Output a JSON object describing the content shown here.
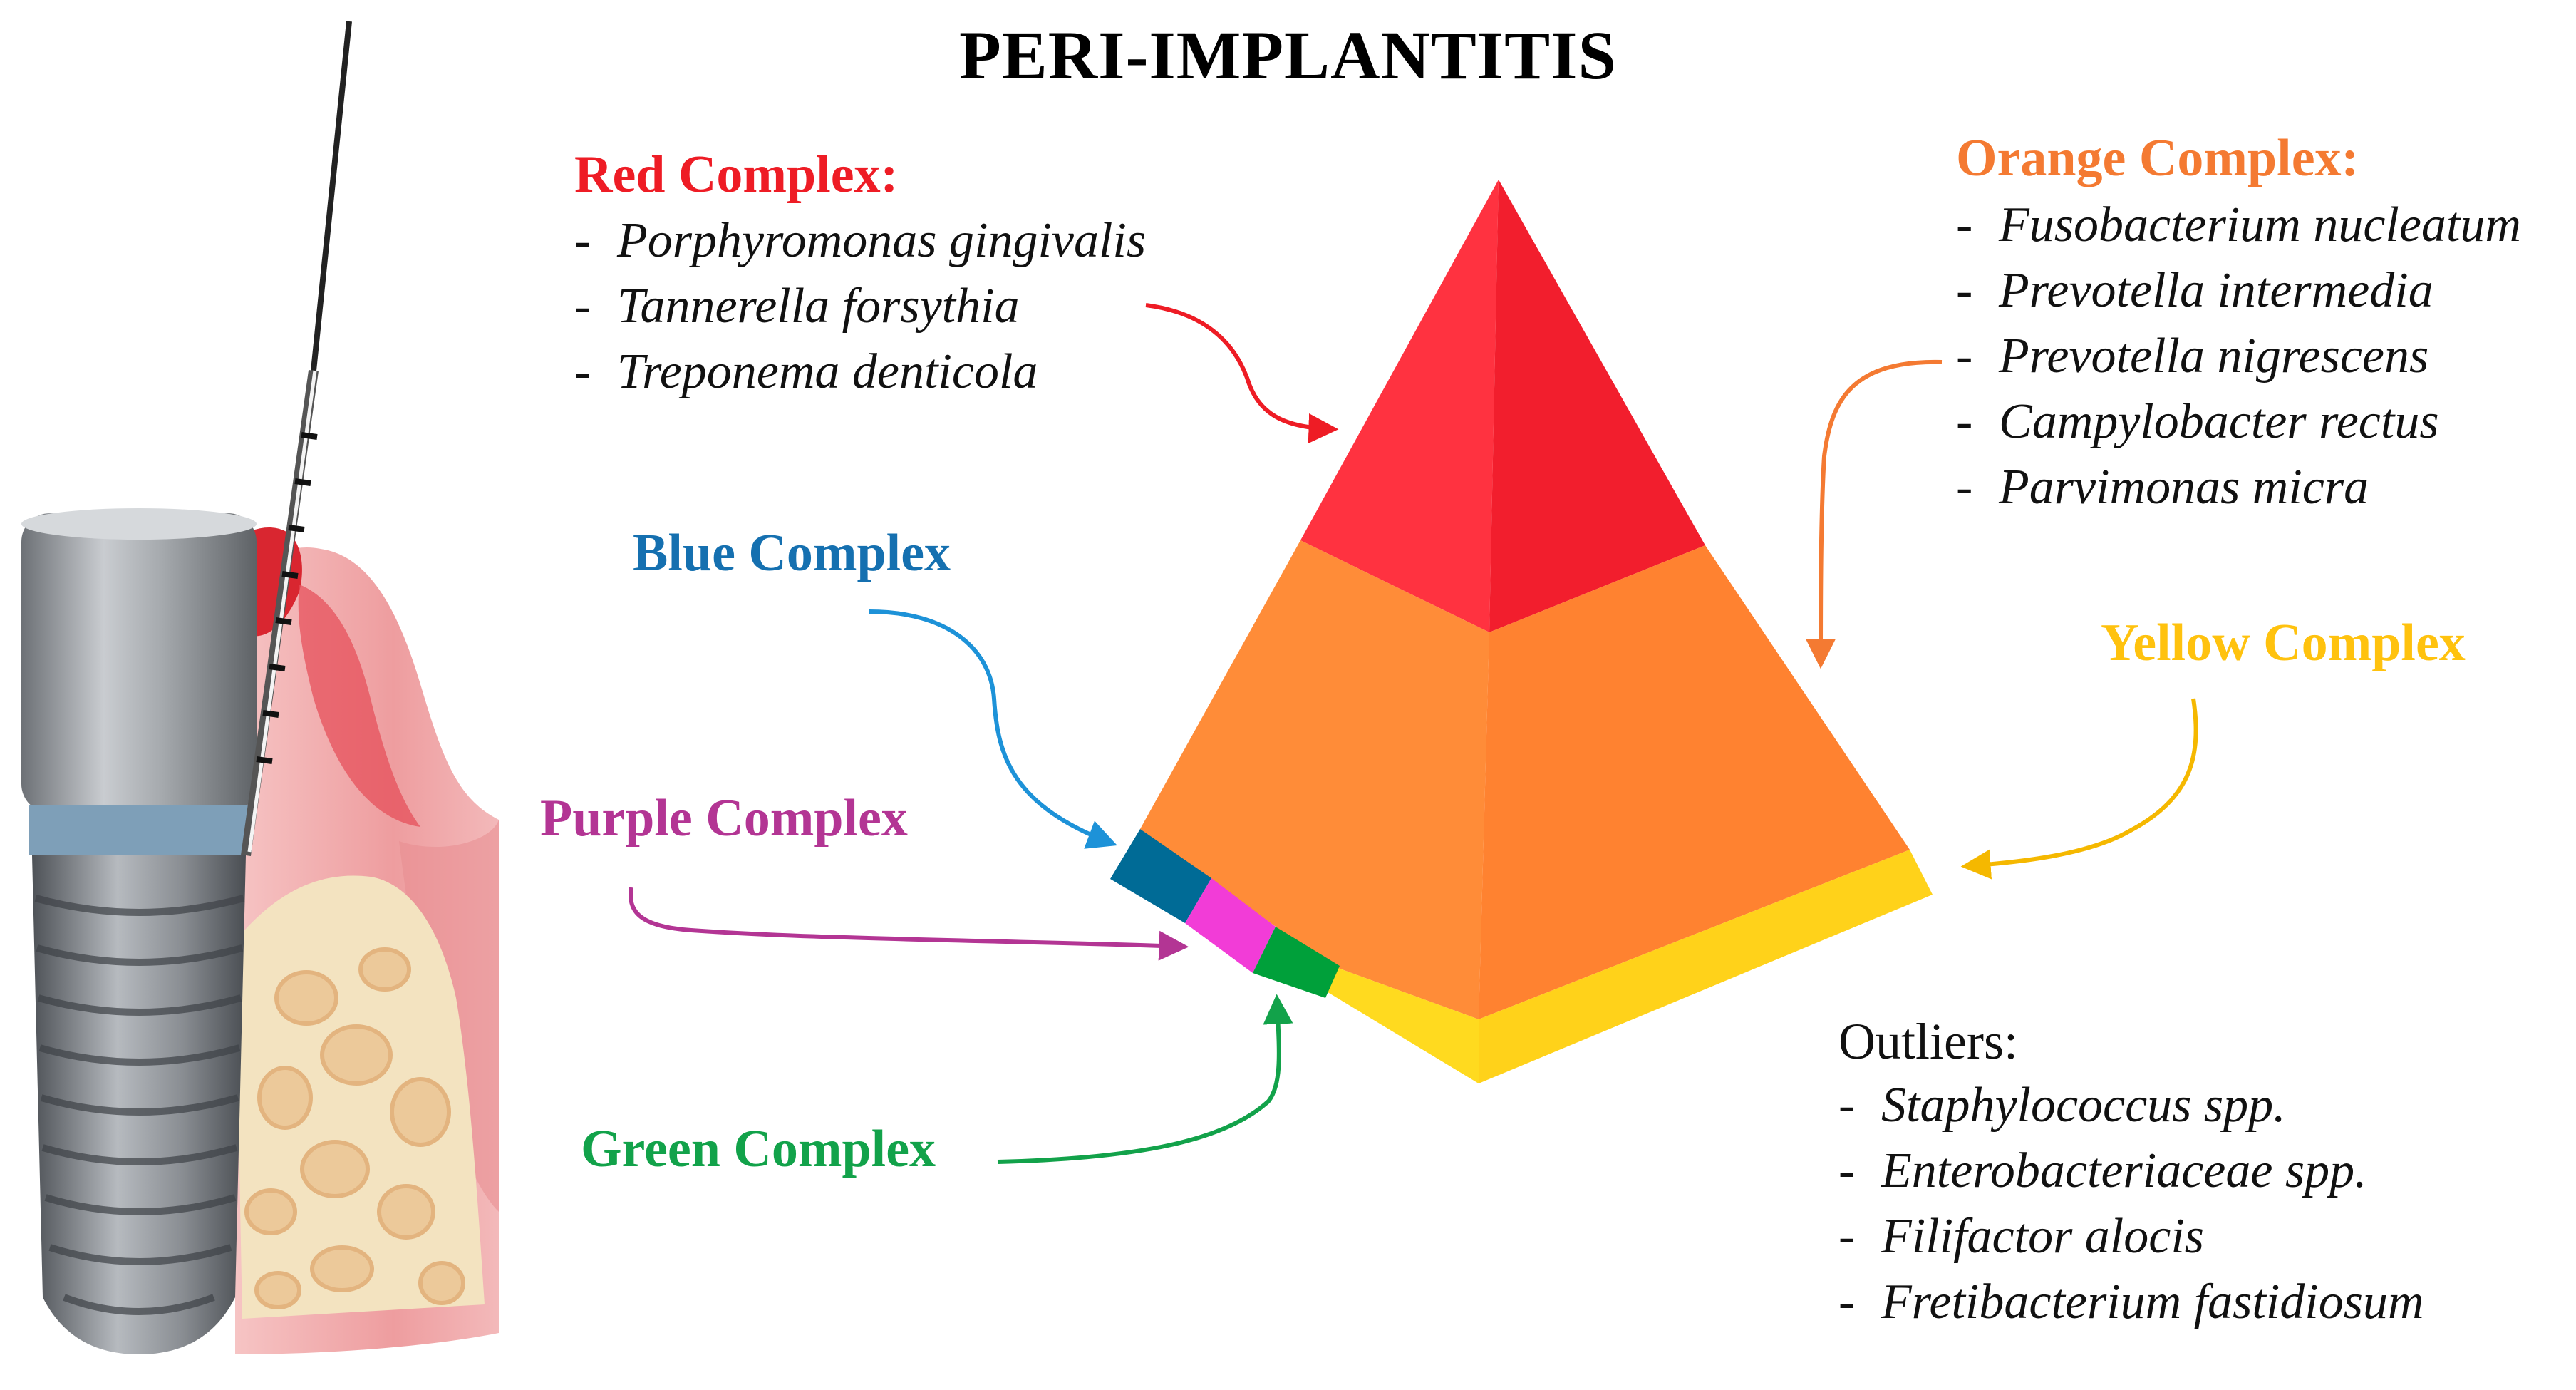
{
  "title": "PERI-IMPLANTITIS",
  "colors": {
    "red": "#EE1C25",
    "orange": "#F47A32",
    "blue": "#1570B0",
    "purple": "#B33594",
    "green": "#12A24A",
    "yellow": "#FFC20E",
    "tier_red": "#FF3240",
    "tier_red_dark": "#F21E2D",
    "tier_orange": "#FF8C38",
    "tier_orange_dark": "#FF8230",
    "tier_yellow": "#FFDA1F",
    "tier_blue": "#006B96",
    "tier_magenta": "#F23CD7",
    "tier_green": "#00A03A"
  },
  "complexes": {
    "red": {
      "label": "Red Complex:",
      "species": [
        "Porphyromonas gingivalis",
        "Tannerella forsythia",
        "Treponema denticola"
      ]
    },
    "orange": {
      "label": "Orange Complex:",
      "species": [
        "Fusobacterium nucleatum",
        "Prevotella intermedia",
        "Prevotella nigrescens",
        "Campylobacter rectus",
        "Parvimonas micra"
      ]
    },
    "blue": {
      "label": "Blue Complex"
    },
    "purple": {
      "label": "Purple Complex"
    },
    "green": {
      "label": "Green Complex"
    },
    "yellow": {
      "label": "Yellow Complex"
    }
  },
  "outliers": {
    "label": "Outliers:",
    "species": [
      "Staphylococcus spp.",
      "Enterobacteriaceae spp.",
      "Filifactor alocis",
      "Fretibacterium fastidiosum"
    ]
  },
  "list_marker": "-",
  "illustration": {
    "depicts": [
      "dental-implant",
      "periodontal-probe",
      "gingiva",
      "alveolar-bone",
      "inflamed-tissue"
    ]
  }
}
